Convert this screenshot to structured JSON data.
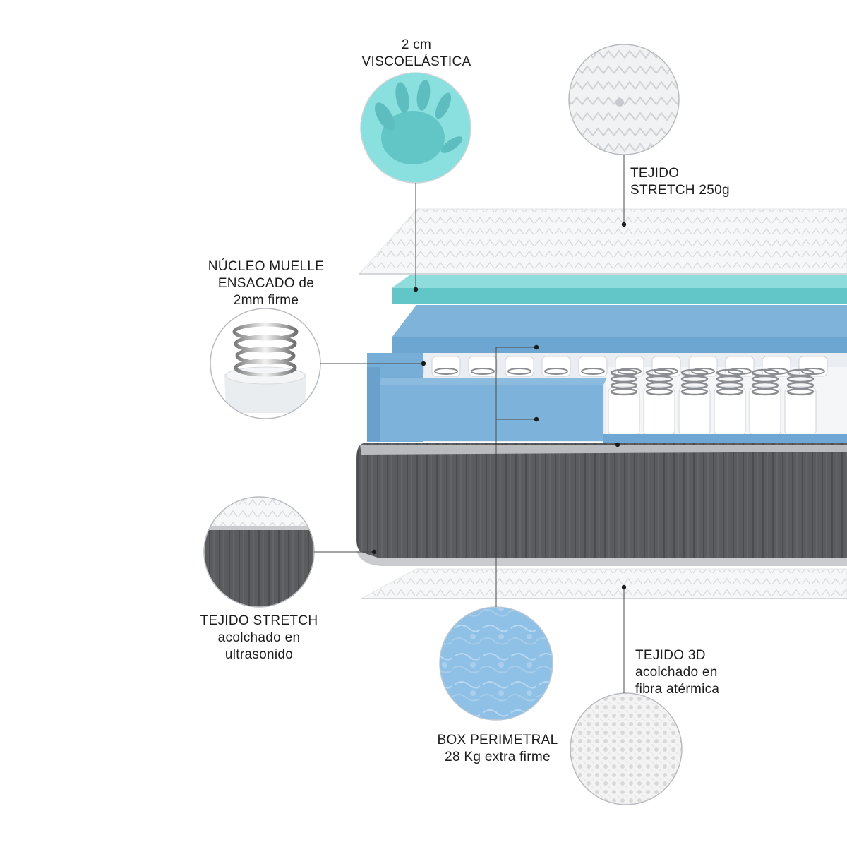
{
  "colors": {
    "background": "#ffffff",
    "visco_teal": "#7fd3d6",
    "foam_blue": "#7eb3da",
    "fabric_grey": "#58595b",
    "quilt_white": "#f4f5f6",
    "leader_line": "#444444"
  },
  "callouts": {
    "visco": {
      "lines": [
        "2 cm",
        "VISCOELÁSTICA"
      ],
      "swatch": "memory-foam-handprint-icon"
    },
    "tejido_top": {
      "lines": [
        "TEJIDO",
        "STRETCH 250g"
      ],
      "swatch": "quilted-fabric-icon"
    },
    "nucleo": {
      "lines": [
        "NÚCLEO MUELLE",
        "ENSACADO de",
        "2mm firme"
      ],
      "swatch": "pocket-spring-icon"
    },
    "stretch_side": {
      "lines": [
        "TEJIDO STRETCH",
        "acolchado en",
        "ultrasonido"
      ],
      "swatch": "side-fabric-icon"
    },
    "box": {
      "lines": [
        "BOX PERIMETRAL",
        "28 Kg extra firme"
      ],
      "swatch": "blue-foam-icon"
    },
    "tejido_3d": {
      "lines": [
        "TEJIDO 3D",
        "acolchado en",
        "fibra atérmica"
      ],
      "swatch": "mesh-fabric-icon"
    }
  }
}
